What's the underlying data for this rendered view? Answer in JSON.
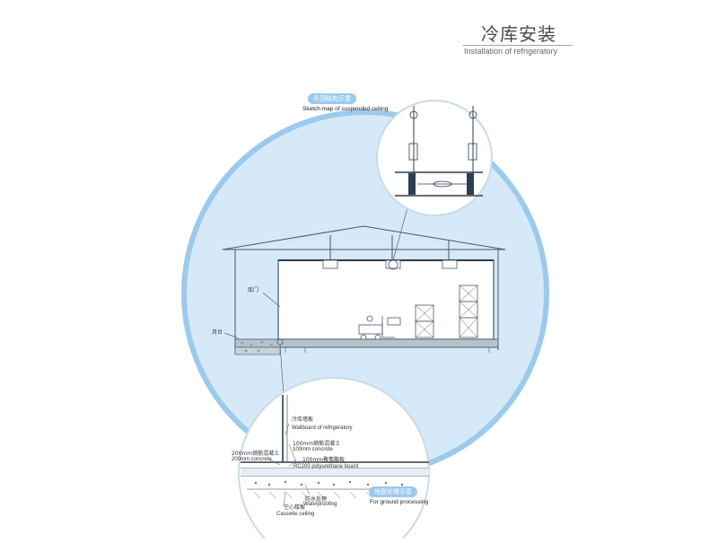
{
  "title": {
    "zh": "冷库安装",
    "en": "Installation of refrigeratory"
  },
  "top_callout": {
    "pill": "吊顶结构示意",
    "caption": "Sketch map of suspended ceiling"
  },
  "bottom_callout": {
    "pill": "地面处理示意",
    "caption": "For ground processing"
  },
  "building_labels": {
    "door": "库门",
    "platform": "月台"
  },
  "floor_labels": {
    "wallboard_zh": "冷库墙板",
    "wallboard_en": "Wallboard of refrigeratory",
    "concrete100_zh": "100mm钢筋混凝土",
    "concrete100_en": "100mm concrete",
    "board_zh": "100mm聚氨酯板",
    "board_en": "RC200 polyurethane board",
    "concrete200_zh": "200mm钢筋混凝土",
    "concrete200_en": "200mm concrete",
    "waterproof_zh": "防水处理",
    "waterproof_en": "Waterproofing",
    "cassette_zh": "空心楼板",
    "cassette_en": "Cassette ceiling"
  },
  "colors": {
    "big_circle_fill": "#d5e9f8",
    "big_circle_stroke": "#9ccaec",
    "detail_stroke": "#c9dbe8",
    "line": "#4a5866",
    "accent": "#2c3e50"
  }
}
